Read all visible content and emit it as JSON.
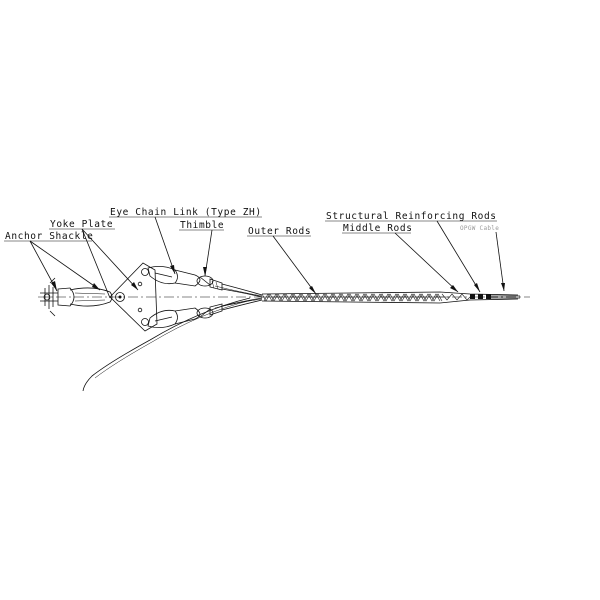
{
  "labels": {
    "anchor_shackle": "Anchor Shackle",
    "yoke_plate": "Yoke Plate",
    "eye_chain_link": "Eye Chain Link (Type ZH)",
    "thimble": "Thimble",
    "outer_rods": "Outer Rods",
    "structural_reinforcing_rods": "Structural Reinforcing Rods",
    "middle_rods": "Middle Rods",
    "opgw_cable": "OPGW Cable"
  }
}
